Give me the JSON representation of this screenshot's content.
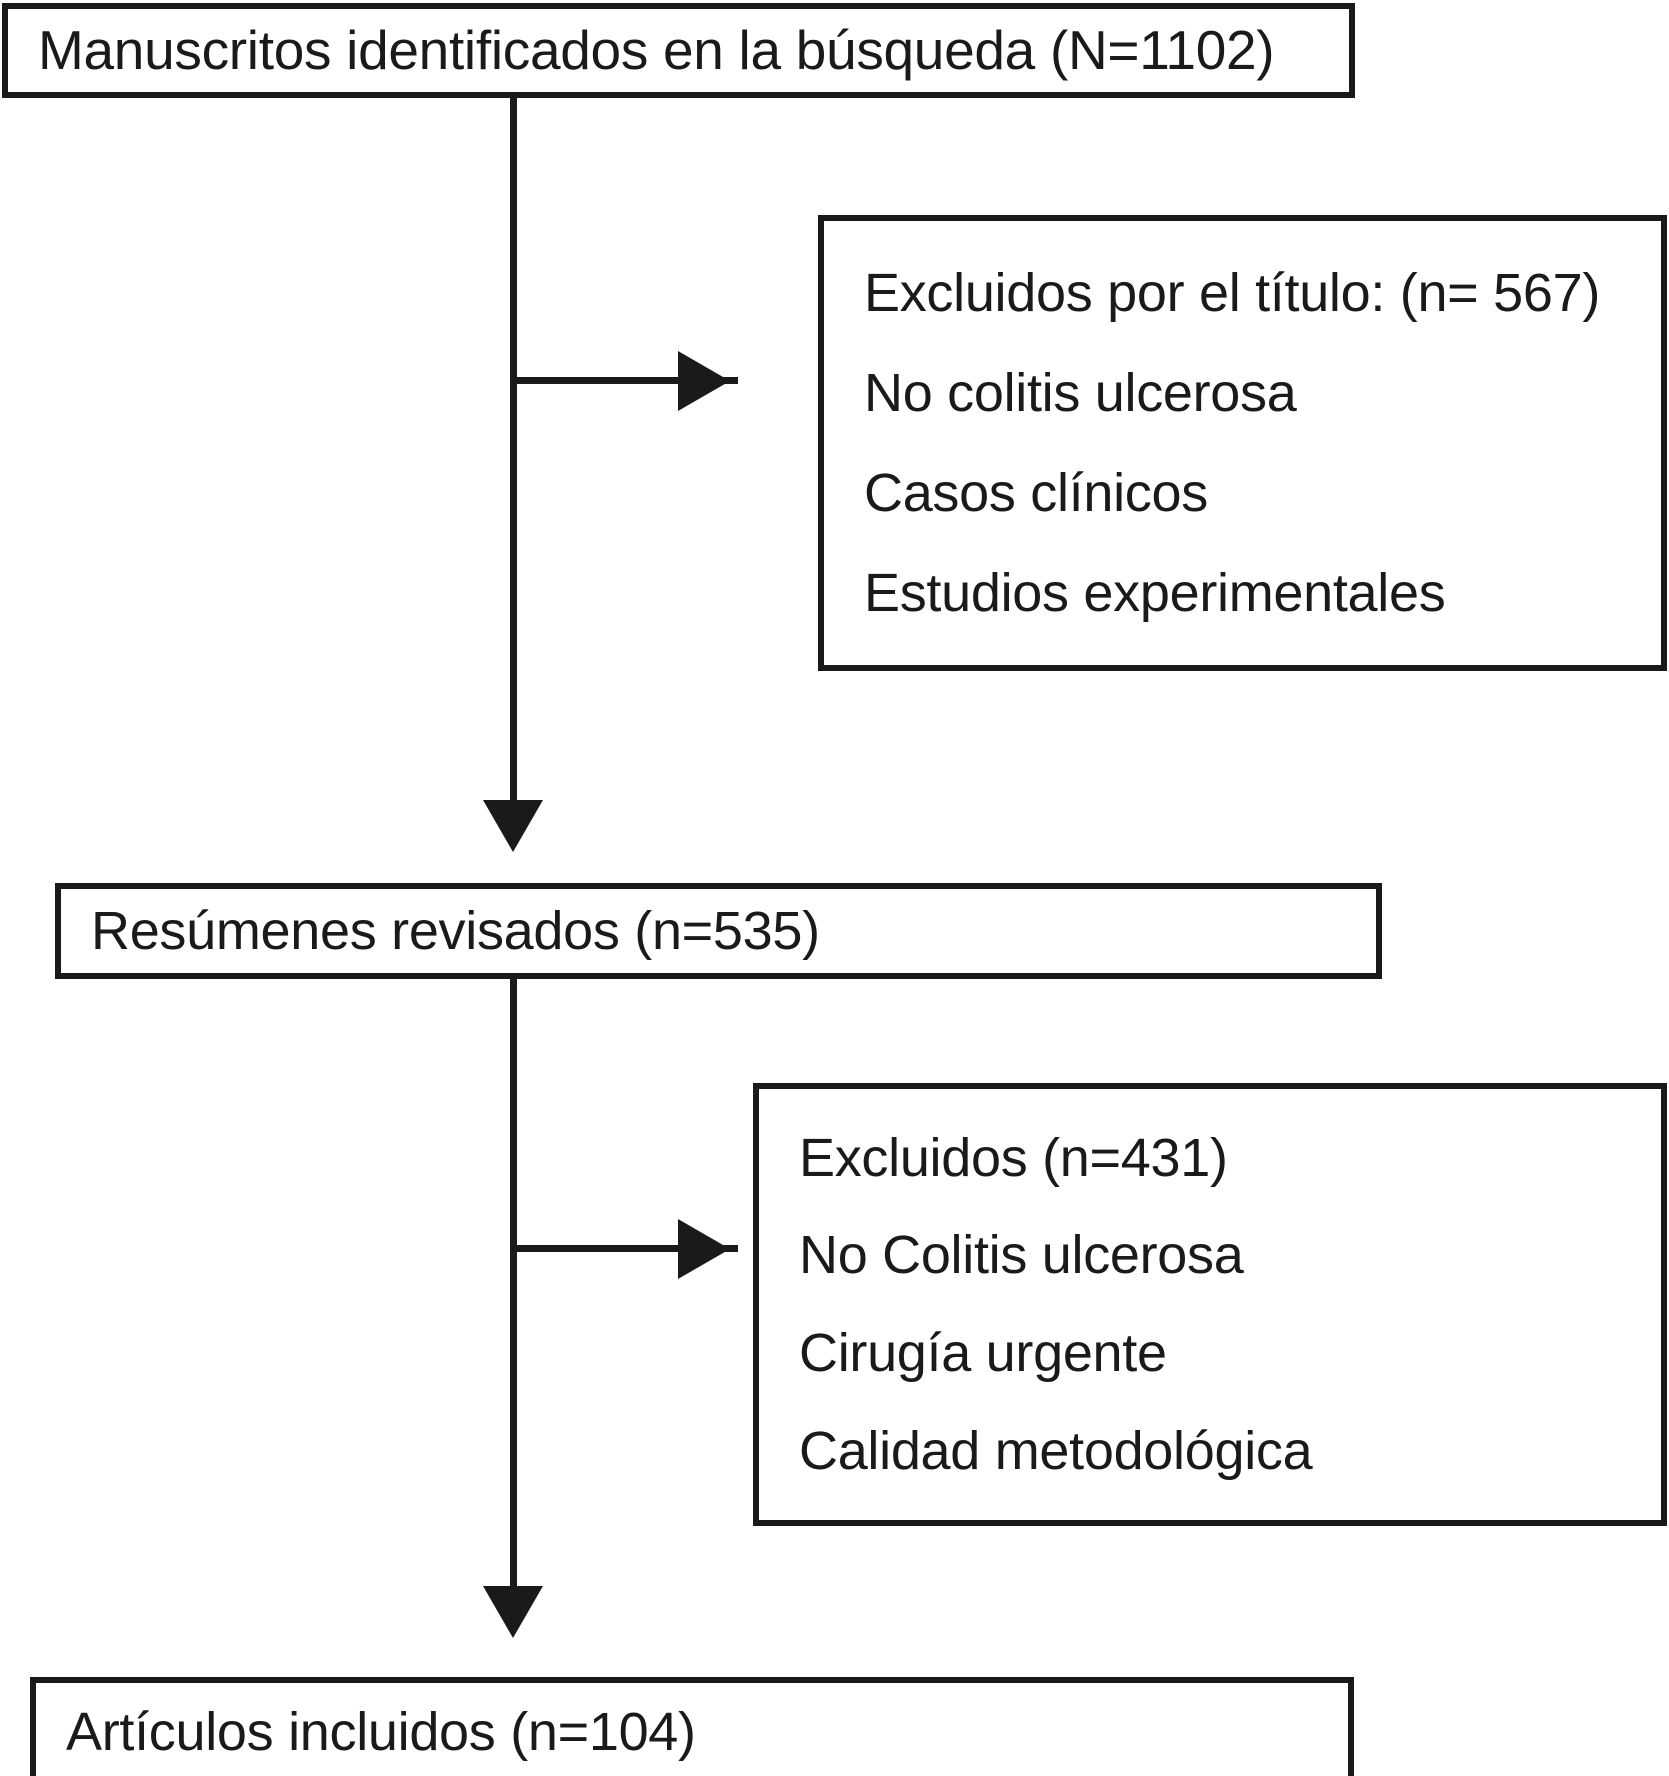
{
  "diagram": {
    "type": "prisma-flow-diagram",
    "language": "es",
    "colors": {
      "stroke": "#1a1a1a",
      "background": "#ffffff",
      "text": "#1a1a1a"
    },
    "nodes": {
      "identified": {
        "label": "Manuscritos identificados en la búsqueda (N=1102)",
        "count": 1102,
        "count_prefix": "N"
      },
      "excluded_by_title": {
        "lines": [
          "Excluidos por el título: (n= 567)",
          "No colitis ulcerosa",
          "Casos clínicos",
          "Estudios experimentales"
        ],
        "count": 567,
        "count_prefix": "n"
      },
      "abstracts_reviewed": {
        "label": "Resúmenes revisados (n=535)",
        "count": 535,
        "count_prefix": "n"
      },
      "excluded_abstracts": {
        "lines": [
          "Excluidos (n=431)",
          "No Colitis ulcerosa",
          "Cirugía urgente",
          "Calidad metodológica"
        ],
        "count": 431,
        "count_prefix": "n"
      },
      "included": {
        "label": "Artículos incluidos (n=104)",
        "count": 104,
        "count_prefix": "n"
      }
    },
    "edges": [
      {
        "from": "identified",
        "to": "abstracts_reviewed",
        "direction": "down"
      },
      {
        "from": "identified",
        "to": "excluded_by_title",
        "direction": "right"
      },
      {
        "from": "abstracts_reviewed",
        "to": "included",
        "direction": "down"
      },
      {
        "from": "abstracts_reviewed",
        "to": "excluded_abstracts",
        "direction": "right"
      }
    ]
  }
}
